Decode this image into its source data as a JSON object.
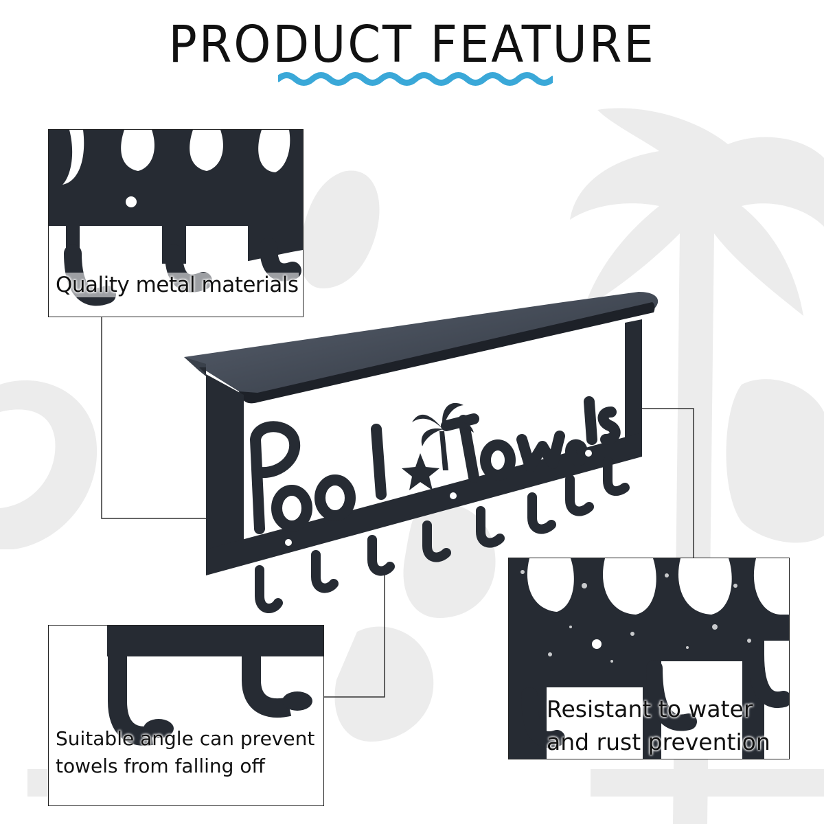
{
  "title": "PRODUCT FEATURE",
  "colors": {
    "accent_wave": "#3aa8d8",
    "product_black": "#262b33",
    "background_art": "#ebebeb"
  },
  "product": {
    "sign_text": "Pool Towels"
  },
  "features": {
    "quality": "Quality metal materials",
    "angle_line1": "Suitable angle can prevent",
    "angle_line2": "towels from falling off",
    "water_line1": "Resistant to water",
    "water_line2": "and rust prevention"
  }
}
